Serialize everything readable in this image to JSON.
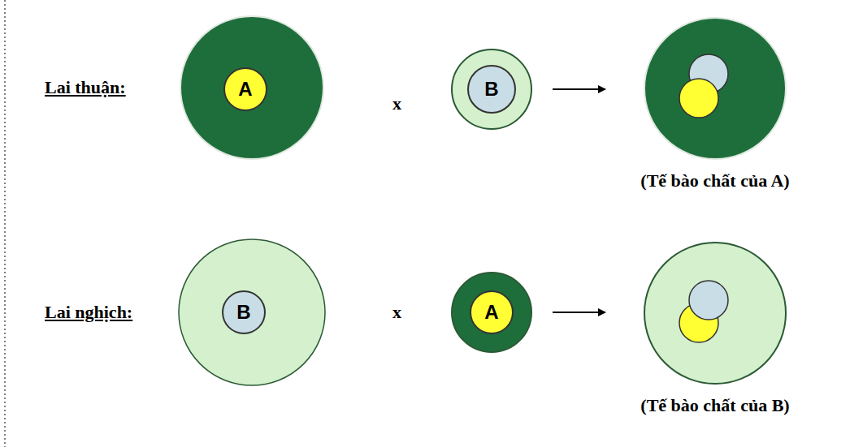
{
  "diagram": {
    "nodes": [
      {
        "text": [
          "A"
        ]
      },
      {
        "text": [
          "B"
        ]
      },
      {
        "text": [
          "(Tế bào chất của A)"
        ]
      },
      {
        "text": [
          "B"
        ]
      },
      {
        "text": [
          "A"
        ]
      },
      {
        "text": [
          "(Tế bào chất của B)"
        ]
      }
    ],
    "labels": [
      "Lai thuận:",
      "x",
      "Lai nghịch:",
      "x"
    ]
  }
}
